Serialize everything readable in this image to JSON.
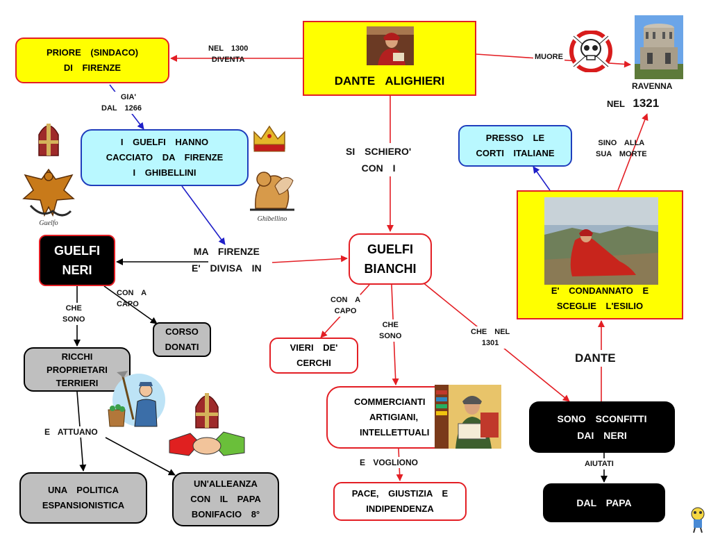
{
  "nodes": {
    "dante": {
      "text": "DANTE     ALIGHIERI"
    },
    "priore": {
      "l1": "PRIORE     (SINDACO)",
      "l2": "DI    FIRENZE"
    },
    "guelfi_cacciato": {
      "l1": "I  GUELFI    HANNO",
      "l2": "CACCIATO   DA   FIRENZE",
      "l3": "I   GHIBELLINI"
    },
    "guelfi_neri": {
      "l1": "GUELFI",
      "l2": "NERI"
    },
    "guelfi_bianchi": {
      "l1": "GUELFI",
      "l2": "BIANCHI"
    },
    "corso": {
      "l1": "CORSO",
      "l2": "DONATI"
    },
    "ricchi": {
      "l1": "RICCHI",
      "l2": "PROPRIETARI",
      "l3": "TERRIERI"
    },
    "politica": {
      "l1": "UNA    POLITICA",
      "l2": "ESPANSIONISTICA"
    },
    "alleanza": {
      "l1": "UN'ALLEANZA",
      "l2": "CON  IL  PAPA",
      "l3": "BONIFACIO    8°"
    },
    "vieri": {
      "l1": "VIERI    DE'",
      "l2": "CERCHI"
    },
    "commercianti": {
      "l1": "COMMERCIANTI",
      "l2": "ARTIGIANI,",
      "l3": "INTELLETTUALI"
    },
    "pace": {
      "l1": "PACE,    GIUSTIZIA    E",
      "l2": "INDIPENDENZA"
    },
    "presso": {
      "l1": "PRESSO    LE",
      "l2": "CORTI    ITALIANE"
    },
    "condannato": {
      "l1": "E'    CONDANNATO    E",
      "l2": "SCEGLIE    L'ESILIO"
    },
    "sconfitti": {
      "l1": "SONO     SCONFITTI",
      "l2": "DAI   NERI"
    },
    "papa": {
      "text": "DAL    PAPA"
    }
  },
  "labels": {
    "nel1300": {
      "l1": "NEL     1300",
      "l2": "DIVENTA"
    },
    "muore": "MUORE",
    "ravenna": "RAVENNA",
    "nel1321": {
      "a": "NEL",
      "b": "1321"
    },
    "gia": {
      "l1": "GIA'",
      "l2": "DAL    1266"
    },
    "si_schiero": {
      "l1": "SI    SCHIERO'",
      "l2": "CON  I"
    },
    "ma_firenze": {
      "l1": "MA     FIRENZE",
      "l2": "E'   DIVISA   IN"
    },
    "sino": {
      "l1": "SINO      ALLA",
      "l2": "SUA    MORTE"
    },
    "con_a_capo_left": {
      "l1": "CON   A",
      "l2": "CAPO"
    },
    "che_sono_left": {
      "l1": "CHE",
      "l2": "SONO"
    },
    "con_a_capo_mid": {
      "l1": "CON   A",
      "l2": "CAPO"
    },
    "che_sono_mid": {
      "l1": "CHE",
      "l2": "SONO"
    },
    "che_nel1301": {
      "l1": "CHE     NEL",
      "l2": "1301"
    },
    "dante_label": "DANTE",
    "e_attuano": "E    ATTUANO",
    "e_vogliono": "E    VOGLIONO",
    "aiutati": "AIUTATI",
    "guelfo_caption": "Guelfo",
    "ghibellino_caption": "Ghibellino"
  },
  "colors": {
    "border_red": "#e31e24",
    "border_blue": "#1f3ebd",
    "fill_yellow": "#ffff00",
    "fill_cyan": "#b9f8ff",
    "fill_gray": "#bfbfbf",
    "fill_black": "#000000",
    "arrow_red": "#e31e24",
    "arrow_blue": "#1f1fc8",
    "arrow_black": "#000000"
  },
  "icons": [
    "dante-portrait-icon",
    "skull-crossbones-icon",
    "ravenna-tomb-icon",
    "bishop-mitre-icon",
    "guelph-eagle-icon",
    "crown-icon",
    "ghibelline-lion-icon",
    "farmer-icon",
    "handshake-icon",
    "dante-exile-painting-icon",
    "scholar-reading-icon",
    "cartoon-mascot-icon"
  ]
}
